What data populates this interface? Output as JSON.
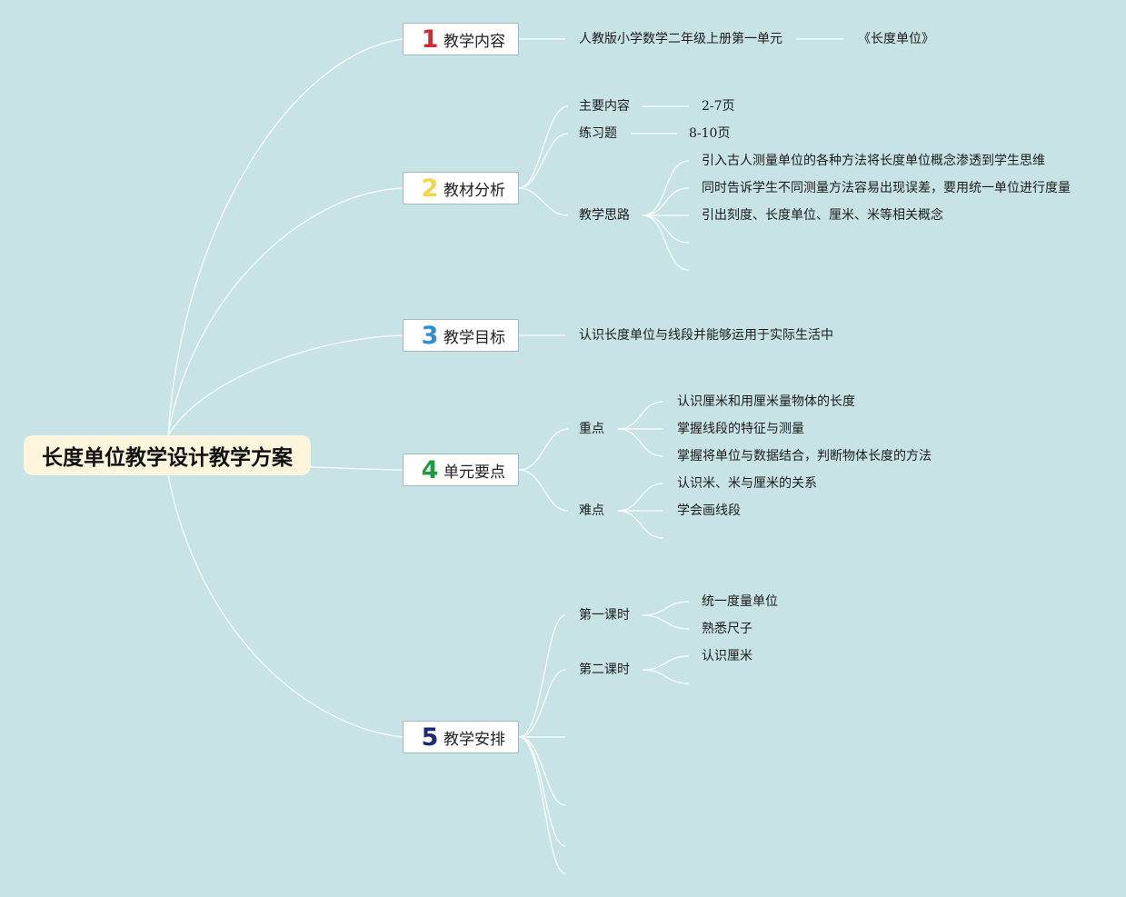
{
  "root": {
    "title": "长度单位教学设计教学方案"
  },
  "colors": {
    "background": "#c7e3e5",
    "root_fill": "#fdf6dc",
    "num1": "#d92634",
    "num2": "#f1d54a",
    "num3": "#2b8fd6",
    "num4": "#1e9b3c",
    "num5": "#1e2a78",
    "line": "#ffffff"
  },
  "branches": [
    {
      "num": "1",
      "label": "教学内容"
    },
    {
      "num": "2",
      "label": "教材分析"
    },
    {
      "num": "3",
      "label": "教学目标"
    },
    {
      "num": "4",
      "label": "单元要点"
    },
    {
      "num": "5",
      "label": "教学安排"
    }
  ],
  "b1": {
    "source": "人教版小学数学二年级上册第一单元",
    "unit": "《长度单位》"
  },
  "b2": {
    "main_label": "主要内容",
    "main_val": "2-7页",
    "exercise_label": "练习题",
    "exercise_val": "8-10页",
    "idea_label": "教学思路",
    "ideas": [
      "引入古人测量单位的各种方法将长度单位概念渗透到学生思维",
      "同时告诉学生不同测量方法容易出现误差，要用统一单位进行度量",
      "引出刻度、长度单位、厘米、米等相关概念"
    ]
  },
  "b3": {
    "goal": "认识长度单位与线段并能够运用于实际生活中"
  },
  "b4": {
    "key_label": "重点",
    "keys": [
      "认识厘米和用厘米量物体的长度",
      "掌握线段的特征与测量",
      "掌握将单位与数据结合，判断物体长度的方法"
    ],
    "hard_label": "难点",
    "hards": [
      "认识米、米与厘米的关系",
      "学会画线段"
    ]
  },
  "b5": {
    "lesson1_label": "第一课时",
    "lesson1": [
      "统一度量单位",
      "熟悉尺子"
    ],
    "lesson2_label": "第二课时",
    "lesson2": [
      "认识厘米"
    ]
  }
}
